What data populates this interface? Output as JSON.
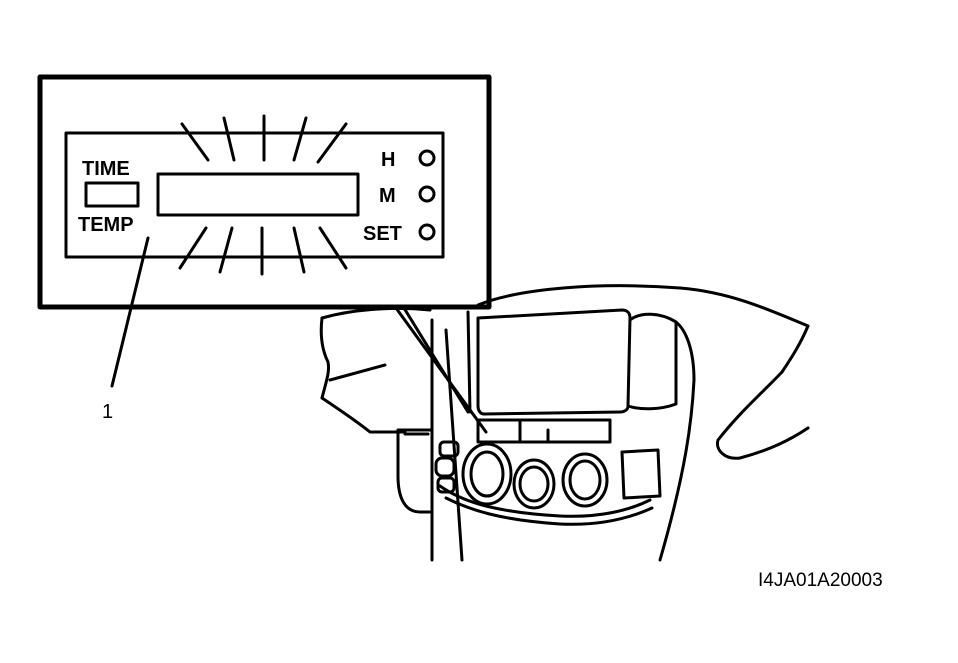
{
  "panel": {
    "time_label": "TIME",
    "temp_label": "TEMP",
    "h_label": "H",
    "m_label": "M",
    "set_label": "SET"
  },
  "callout": {
    "number": "1"
  },
  "figure_code": "I4JA01A20003",
  "colors": {
    "ink": "#000000",
    "paper": "#ffffff"
  }
}
